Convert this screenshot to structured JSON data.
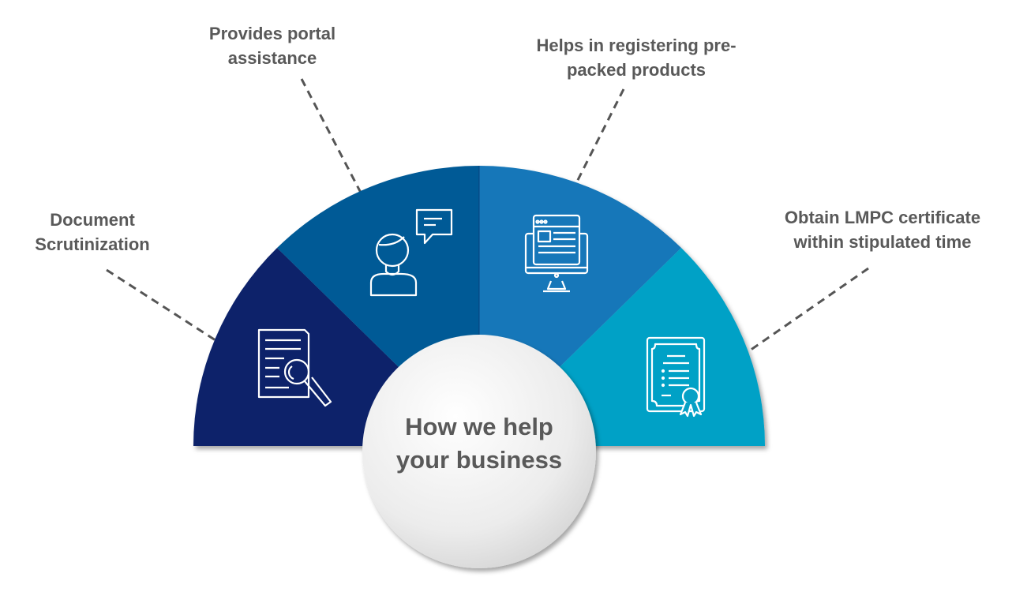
{
  "center": {
    "line1": "How we help",
    "line2": "your business"
  },
  "segments": [
    {
      "line1": "Document",
      "line2": "Scrutinization",
      "icon": "document-search-icon",
      "color": "#0a216a"
    },
    {
      "line1": "Provides portal",
      "line2": "assistance",
      "icon": "support-person-chat-icon",
      "color": "#065a96"
    },
    {
      "line1": "Helps in registering pre-",
      "line2": "packed products",
      "icon": "computer-monitor-icon",
      "color": "#1677b9"
    },
    {
      "line1": "Obtain LMPC certificate",
      "line2": "within stipulated time",
      "icon": "certificate-icon",
      "color": "#06a1c6"
    }
  ]
}
